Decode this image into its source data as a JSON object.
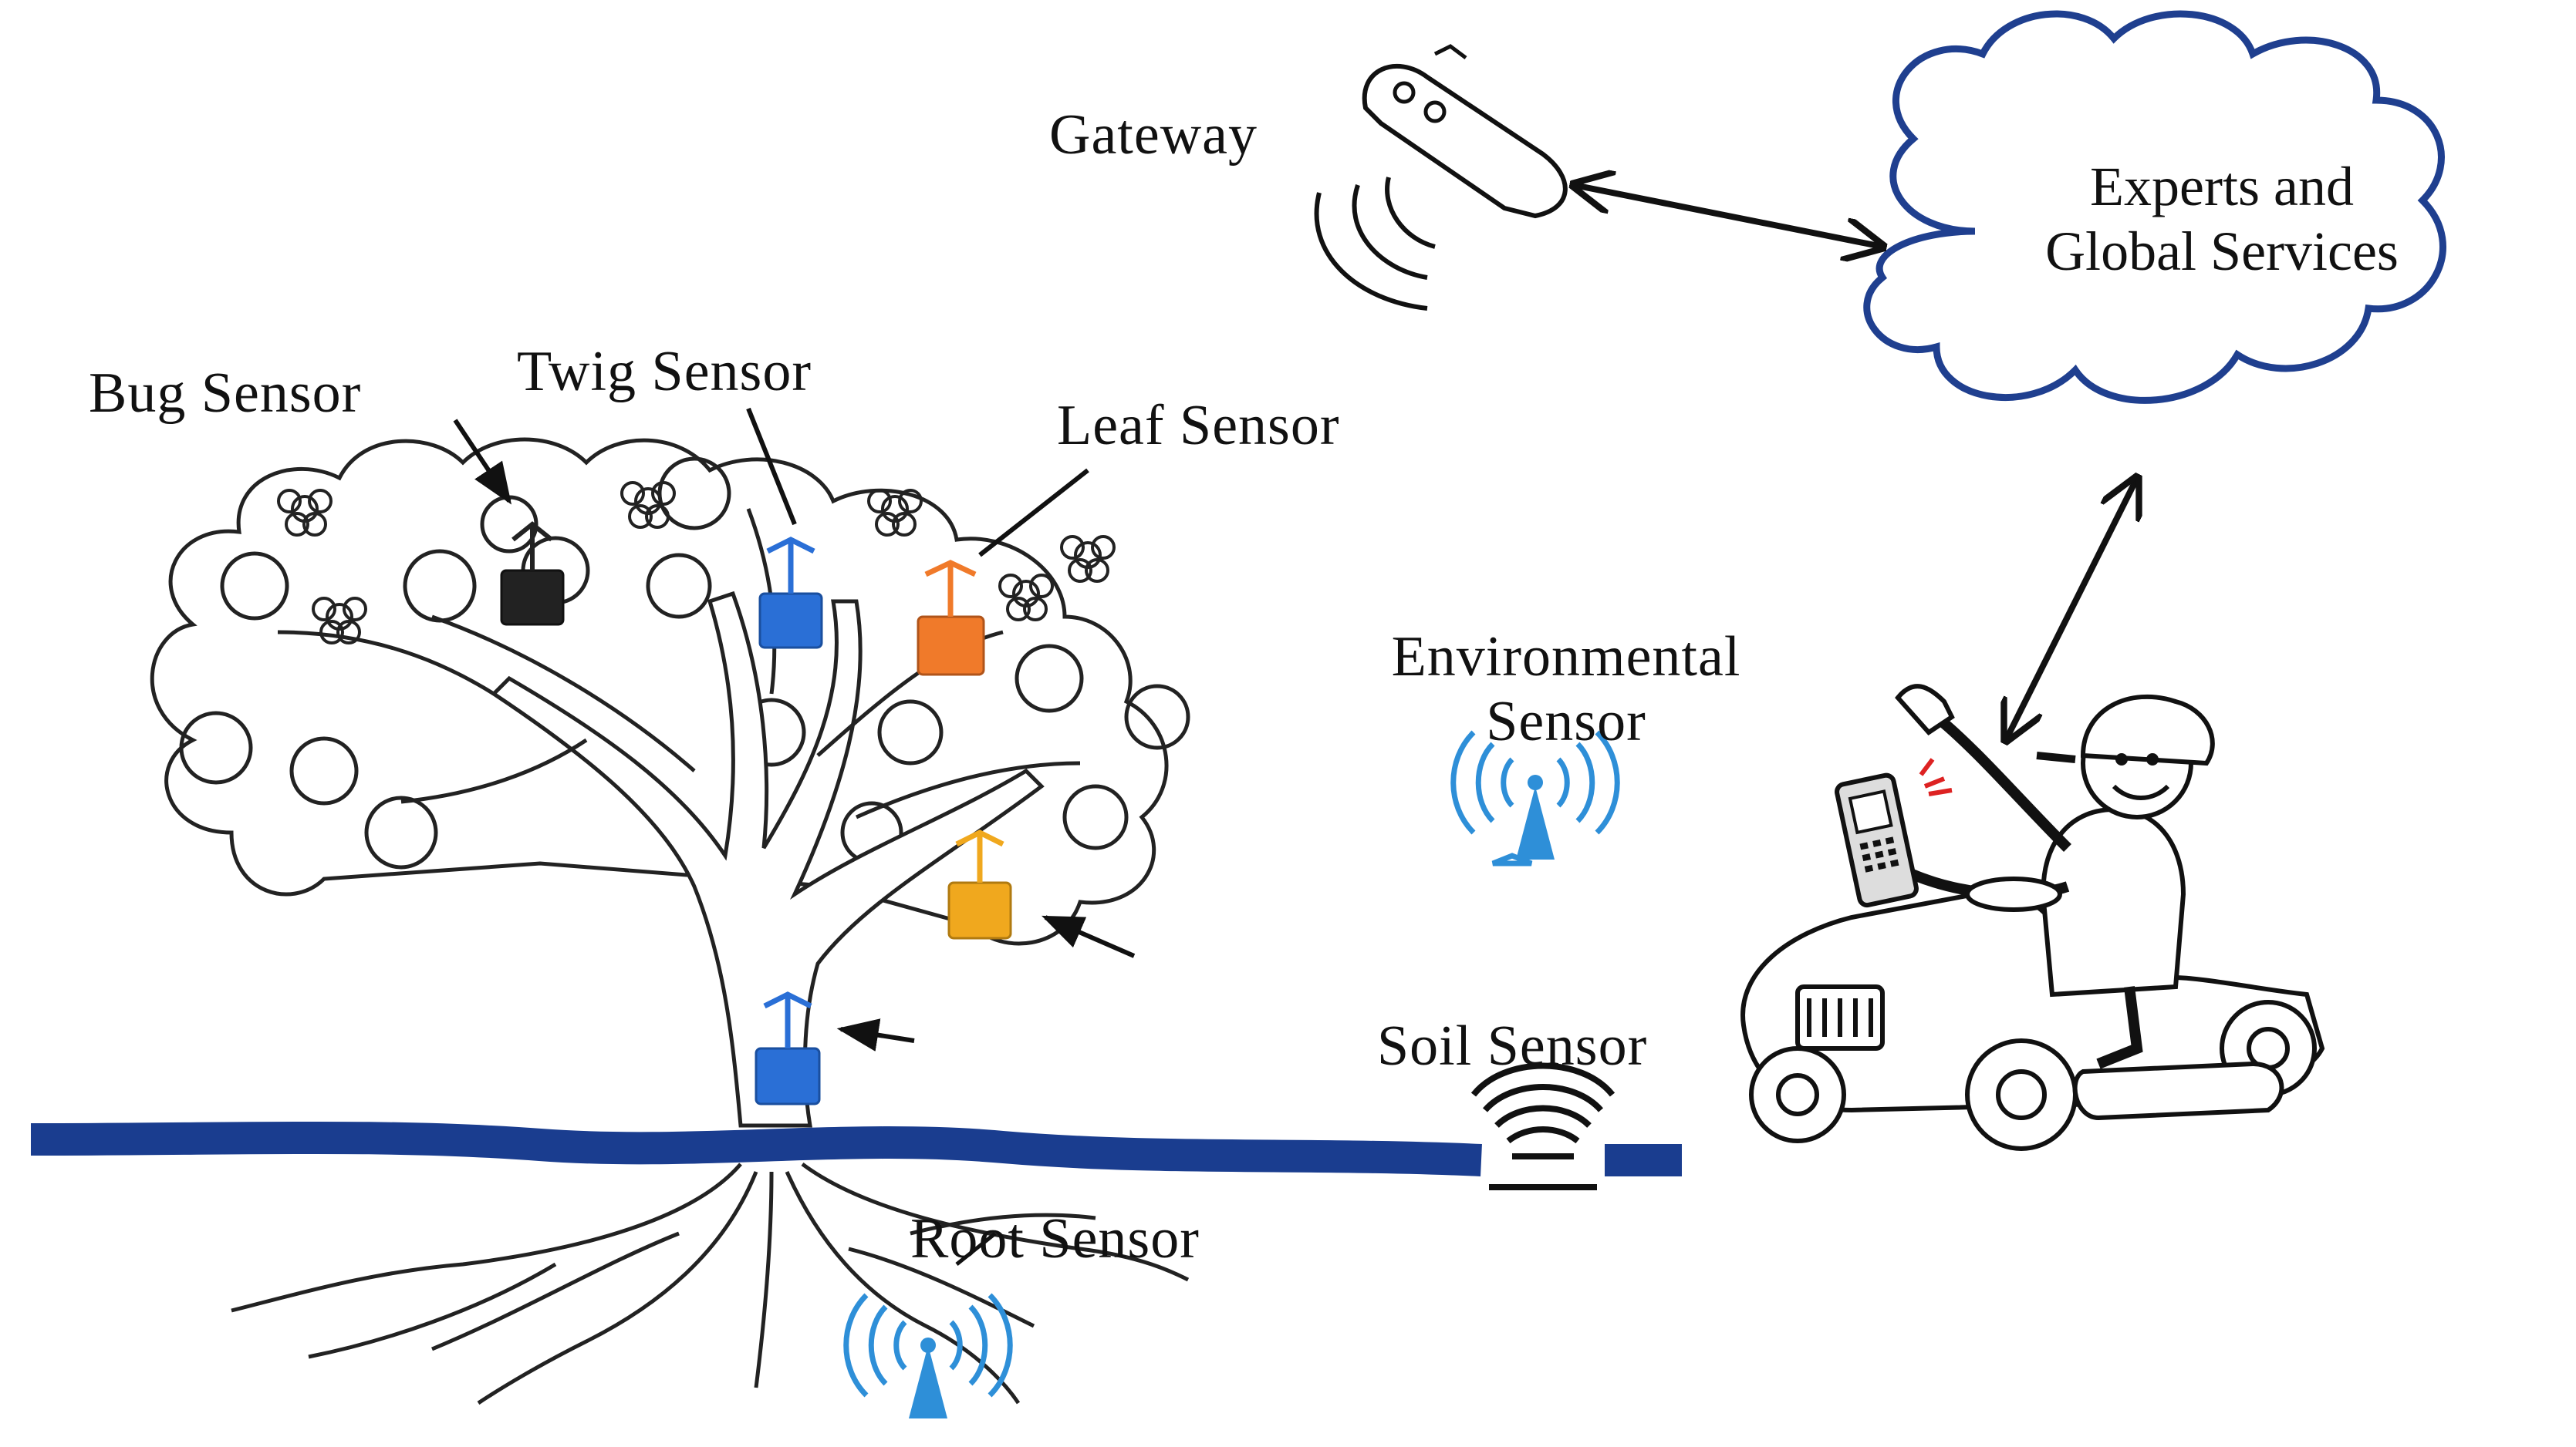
{
  "labels": {
    "gateway": "Gateway",
    "cloud_line1": "Experts and",
    "cloud_line2": "Global Services",
    "bug_sensor": "Bug Sensor",
    "twig_sensor": "Twig Sensor",
    "leaf_sensor": "Leaf Sensor",
    "environmental_line1": "Environmental",
    "environmental_line2": "Sensor",
    "soil_sensor": "Soil Sensor",
    "root_sensor": "Root Sensor"
  },
  "colors": {
    "cloud_outline": "#1f3f8f",
    "ground_line": "#1a3d8f",
    "signal_blue": "#2e8fd8",
    "sensor_blue": "#2a6fd6",
    "sensor_orange": "#f07a2a",
    "sensor_yellow": "#f0a81e",
    "sensor_black": "#222222",
    "ink": "#111111"
  },
  "icons": [
    "gateway-device-icon",
    "cloud-icon",
    "tree-icon",
    "farmer-tractor-icon",
    "mobile-phone-icon",
    "wifi-antenna-icon",
    "soil-signal-icon",
    "sensor-node-icon"
  ]
}
